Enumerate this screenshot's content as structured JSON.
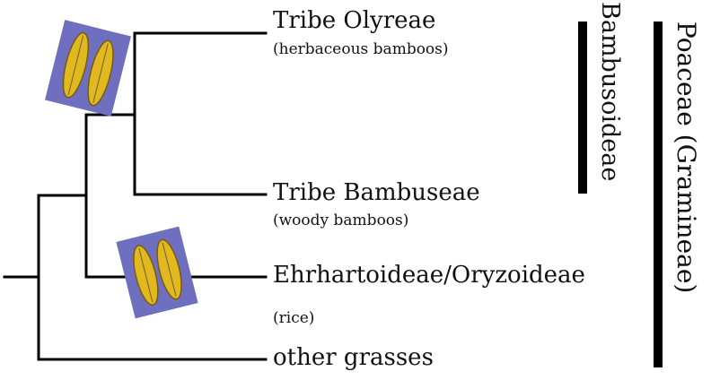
{
  "taxa": {
    "olyreae": {
      "name": "Tribe Olyreae",
      "common": "(herbaceous bamboos)"
    },
    "bambuseae": {
      "name": "Tribe Bambuseae",
      "common": "(woody bamboos)"
    },
    "ehrhartoideae": {
      "name": "Ehrhartoideae/Oryzoideae",
      "common": "(rice)"
    },
    "other": {
      "name": "other grasses"
    }
  },
  "clades": {
    "subfamily": "Bambusoideae",
    "family": "Poaceae (Gramineae)"
  },
  "colors": {
    "line": "#000000",
    "spikelet_bg": "#6f6fc0",
    "spikelet_fill": "#e0b820",
    "spikelet_edge": "#7a5a10"
  },
  "icons": [
    "spikelet-image-bamboo",
    "spikelet-image-rice"
  ]
}
